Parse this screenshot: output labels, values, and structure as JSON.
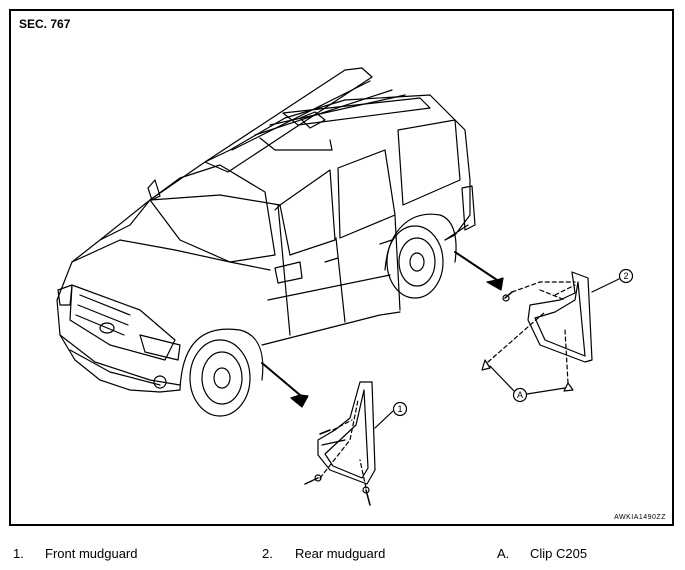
{
  "section_label": "SEC. 767",
  "image_code": "AWKIA1490ZZ",
  "callouts": {
    "c1": "1",
    "c2": "2",
    "cA": "A"
  },
  "legend": [
    {
      "key": "1.",
      "text": "Front mudguard"
    },
    {
      "key": "2.",
      "text": "Rear mudguard"
    },
    {
      "key": "A.",
      "text": "Clip C205"
    }
  ]
}
